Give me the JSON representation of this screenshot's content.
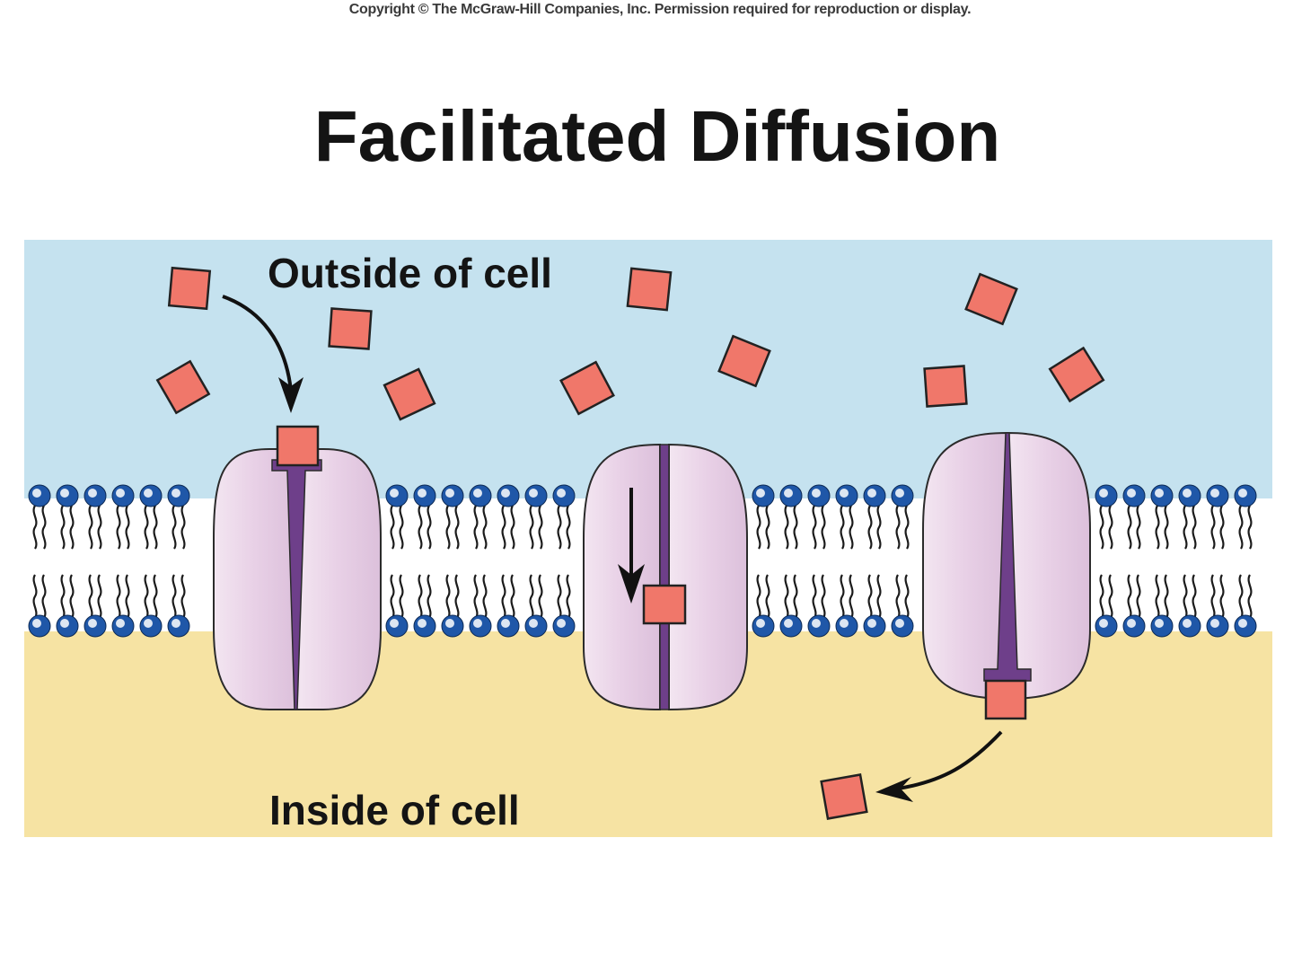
{
  "copyright": "Copyright © The McGraw-Hill Companies, Inc. Permission required for reproduction or display.",
  "title": "Facilitated Diffusion",
  "labels": {
    "outside": "Outside of cell",
    "inside": "Inside of cell"
  },
  "colors": {
    "outside_region": "#c5e2ef",
    "inside_region": "#f6e3a3",
    "lipid_head": "#1f57a8",
    "carrier_protein": "#ecd7ea",
    "channel": "#6e3f8a",
    "solute": "#f0776a"
  },
  "stages": [
    "carrier-open-outside",
    "carrier-transition",
    "carrier-open-inside"
  ]
}
